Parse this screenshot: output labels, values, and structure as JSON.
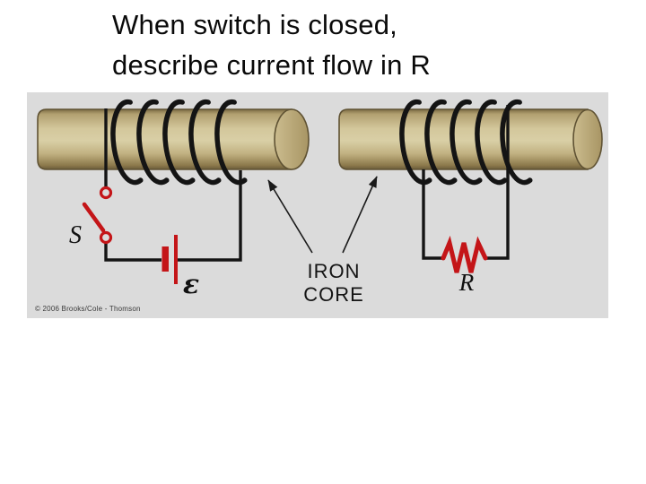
{
  "title": {
    "line1": "When switch is closed,",
    "line2": "describe current flow in R"
  },
  "figure": {
    "labels": {
      "switch": "S",
      "emf": "ε",
      "resistor": "R",
      "core_line1": "IRON",
      "core_line2": "CORE"
    },
    "copyright": "© 2006 Brooks/Cole - Thomson",
    "colors": {
      "panel_background": "#dbdbdb",
      "core_tan": "#d5c99d",
      "core_outline": "#5f5233",
      "wire_black": "#141414",
      "component_red": "#c41518"
    }
  }
}
